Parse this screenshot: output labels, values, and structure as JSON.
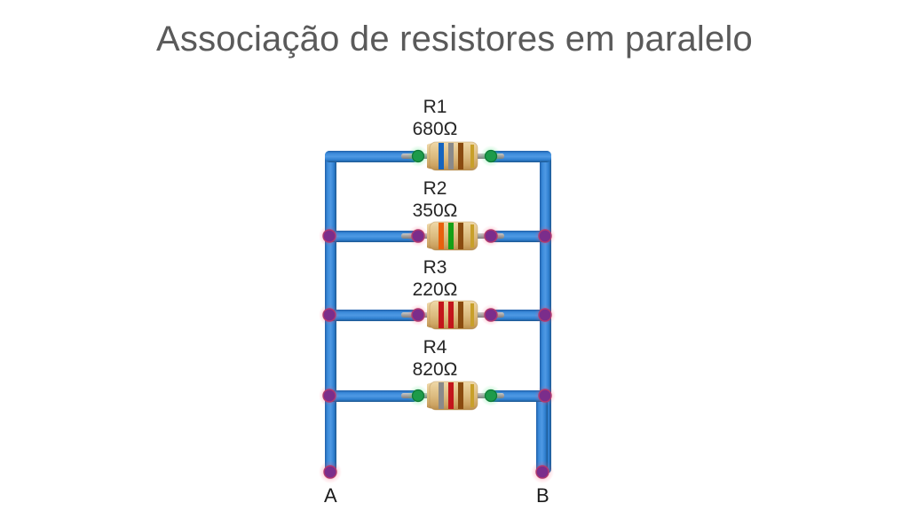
{
  "page": {
    "title": "Associação de resistores em paralelo",
    "title_color": "#5a5a5a",
    "background_color": "#ffffff"
  },
  "circuit": {
    "type": "parallel-resistor-network",
    "wire_color": "#2f7fd0",
    "wire_edge_color": "#1f5fa8",
    "junction_node_color": "#7b2d8b",
    "lead_node_color": "#17a84a",
    "terminal_node_color": "#7b2d8b",
    "resistor_body_color": "#e0c189",
    "resistor_lead_color": "#9a9a9a",
    "resistors": [
      {
        "name": "R1",
        "value": "680Ω",
        "bands": [
          "#1565c0",
          "#8a8a8a",
          "#8a4b10",
          "#c8a02a"
        ],
        "row": 1
      },
      {
        "name": "R2",
        "value": "350Ω",
        "bands": [
          "#e8600d",
          "#15a017",
          "#8a4b10",
          "#c8a02a"
        ],
        "row": 2
      },
      {
        "name": "R3",
        "value": "220Ω",
        "bands": [
          "#c3161c",
          "#c3161c",
          "#8a4b10",
          "#c8a02a"
        ],
        "row": 3
      },
      {
        "name": "R4",
        "value": "820Ω",
        "bands": [
          "#8a8a8a",
          "#c3161c",
          "#8a4b10",
          "#c8a02a"
        ],
        "row": 4
      }
    ],
    "terminals": [
      {
        "name": "A",
        "side": "left"
      },
      {
        "name": "B",
        "side": "right"
      }
    ]
  }
}
